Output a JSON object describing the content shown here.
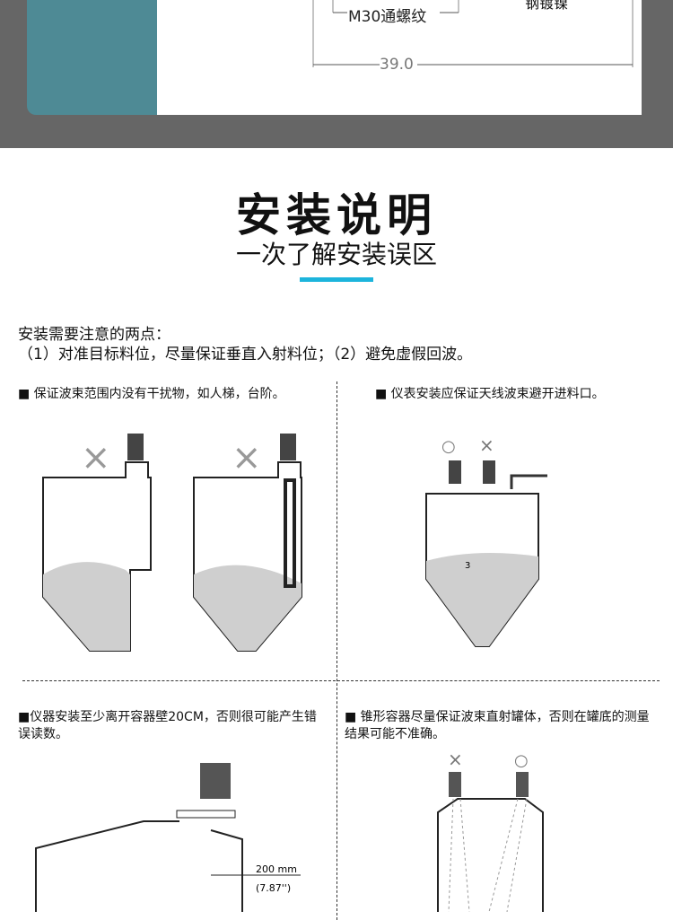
{
  "spec_drawing": {
    "thread_label": "M30通螺纹",
    "width_label": "39.0",
    "material_label": "钢镀镍"
  },
  "section": {
    "title": "安装说明",
    "subtitle": "一次了解安装误区"
  },
  "notes": {
    "intro": "安装需要注意的两点：",
    "points": "（1）对准目标料位，尽量保证垂直入射料位；（2）避免虚假回波。"
  },
  "panels": [
    {
      "caption": "■ 保证波束范围内没有干扰物，如人梯，台阶。"
    },
    {
      "caption": "■ 仪表安装应保证天线波束避开进料口。",
      "dimension": "3"
    },
    {
      "caption": "■仪器安装至少离开容器壁20CM，否则很可能产生错误读数。",
      "distance_mm": "200 mm",
      "distance_in": "(7.87'')"
    },
    {
      "caption": "■ 锥形容器尽量保证波束直射罐体，否则在罐底的测量结果可能不准确。"
    }
  ],
  "marks": {
    "ok": "○",
    "bad": "×"
  },
  "colors": {
    "accent": "#1cb4dc",
    "teal": "#4e8a95",
    "fill": "#cfcfcf"
  }
}
